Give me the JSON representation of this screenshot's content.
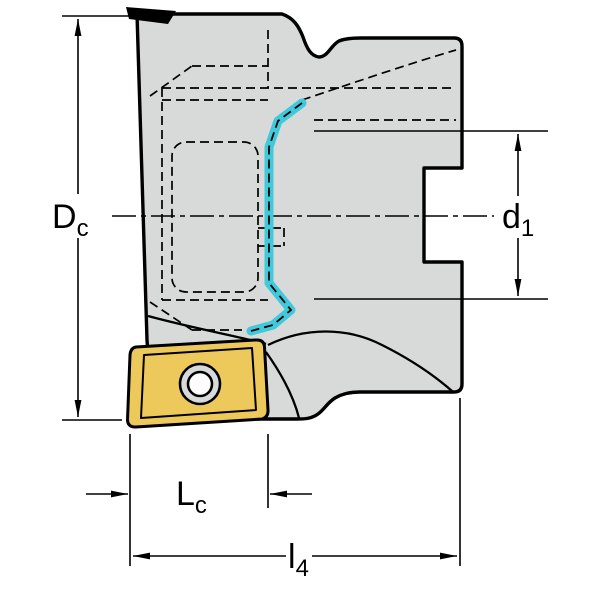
{
  "figure": {
    "description": "Technical dimension drawing of a face milling cutter, side view",
    "view": "side profile with hidden lines, centerline, highlighted cutting edge and indexable insert"
  },
  "labels": {
    "dc": {
      "base": "D",
      "sub": "c"
    },
    "d1": {
      "base": "d",
      "sub": "1"
    },
    "lc": {
      "base": "L",
      "sub": "c"
    },
    "l4": {
      "base": "l",
      "sub": "4"
    }
  },
  "colors": {
    "background": "#ffffff",
    "body_fill": "#d8dada",
    "insert_fill": "#edc95c",
    "flute_highlight": "#3fc9db",
    "line": "#000000"
  }
}
